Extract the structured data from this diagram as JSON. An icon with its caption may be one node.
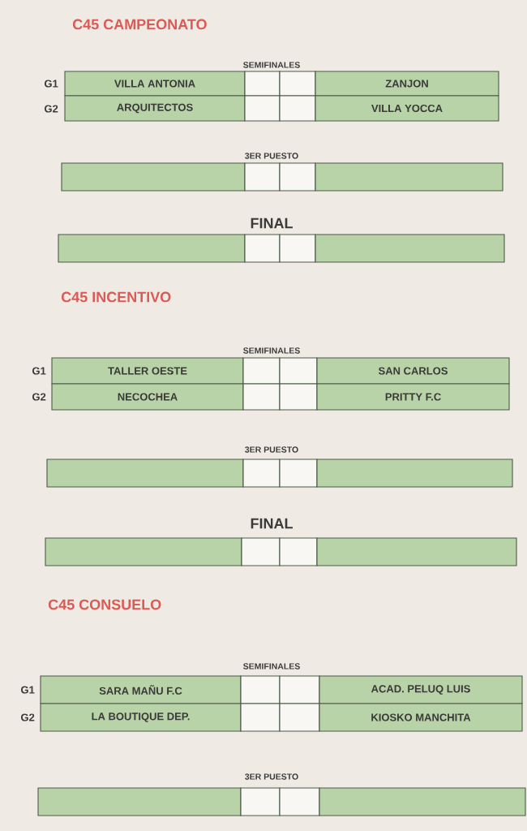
{
  "diagram": {
    "nodes": [
      {
        "text": [
          "VILLA ANTONIA"
        ]
      },
      {
        "text": [],
        "shape": "box"
      },
      {
        "text": [],
        "shape": "box"
      },
      {
        "text": [
          "ZANJON"
        ]
      },
      {
        "text": [
          "ARQUITECTOS"
        ]
      },
      {
        "text": [],
        "shape": "box"
      },
      {
        "text": [],
        "shape": "box"
      },
      {
        "text": [
          "VILLA YOCCA"
        ]
      },
      {
        "text": [],
        "shape": "box"
      },
      {
        "text": [],
        "shape": "box"
      },
      {
        "text": [],
        "shape": "box"
      },
      {
        "text": [],
        "shape": "box"
      },
      {
        "text": [],
        "shape": "box"
      },
      {
        "text": [],
        "shape": "box"
      },
      {
        "text": [],
        "shape": "box"
      },
      {
        "text": [],
        "shape": "box"
      },
      {
        "text": [
          "TALLER OESTE"
        ]
      },
      {
        "text": [],
        "shape": "box"
      },
      {
        "text": [],
        "shape": "box"
      },
      {
        "text": [
          "SAN CARLOS"
        ]
      },
      {
        "text": [
          "NECOCHEA"
        ]
      },
      {
        "text": [],
        "shape": "box"
      },
      {
        "text": [],
        "shape": "box"
      },
      {
        "text": [
          "PRITTY F.C"
        ]
      },
      {
        "text": [],
        "shape": "box"
      },
      {
        "text": [],
        "shape": "box"
      },
      {
        "text": [],
        "shape": "box"
      },
      {
        "text": [],
        "shape": "box"
      },
      {
        "text": [],
        "shape": "box"
      },
      {
        "text": [],
        "shape": "box"
      },
      {
        "text": [],
        "shape": "box"
      },
      {
        "text": [],
        "shape": "box"
      },
      {
        "text": [
          "SARA MAÑU F.C"
        ]
      },
      {
        "text": [],
        "shape": "box"
      },
      {
        "text": [],
        "shape": "box"
      },
      {
        "text": [
          "ACAD. PELUQ LUIS"
        ]
      },
      {
        "text": [
          "LA BOUTIQUE DEP."
        ]
      },
      {
        "text": [],
        "shape": "box"
      },
      {
        "text": [],
        "shape": "box"
      },
      {
        "text": [
          "KIOSKO MANCHITA"
        ]
      },
      {
        "text": [],
        "shape": "box"
      },
      {
        "text": [],
        "shape": "box"
      },
      {
        "text": [],
        "shape": "box"
      },
      {
        "text": [],
        "shape": "box"
      }
    ],
    "labels": [
      "C45 CAMPEONATO",
      "SEMIFINALES",
      "G1",
      "G2",
      "3ER PUESTO",
      "FINAL",
      "C45 INCENTIVO",
      "SEMIFINALES",
      "G1",
      "G2",
      "3ER PUESTO",
      "FINAL",
      "C45 CONSUELO",
      "SEMIFINALES",
      "G1",
      "G2",
      "3ER PUESTO"
    ]
  }
}
